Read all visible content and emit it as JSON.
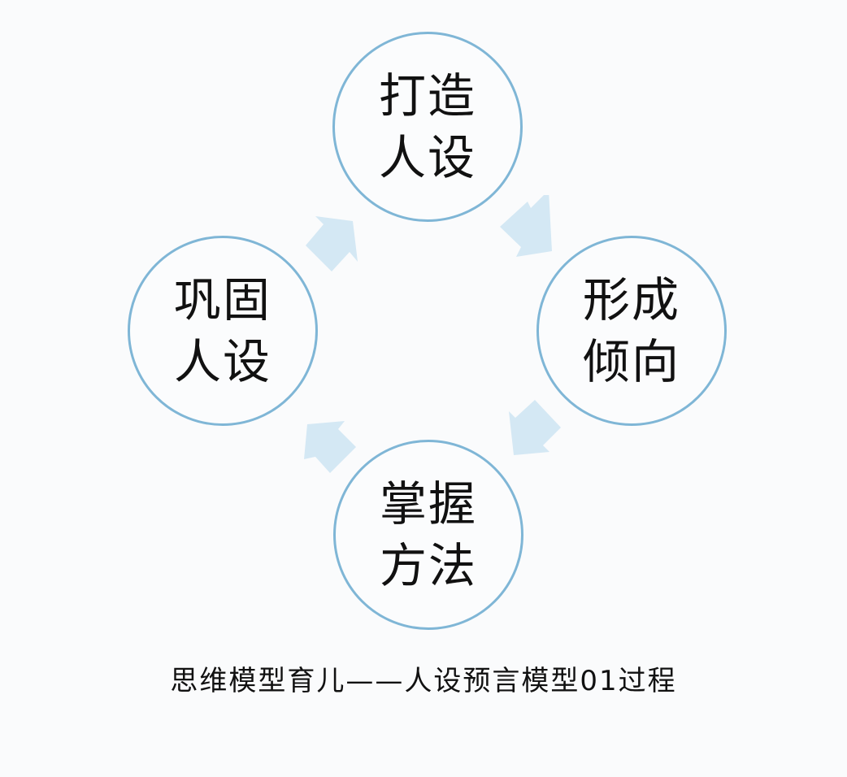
{
  "diagram": {
    "type": "cycle",
    "background": "#fafbfc",
    "circle_border_color": "#7fb6d6",
    "arrow_color": "#d4e8f4",
    "nodes": [
      {
        "id": "top",
        "line1": "打造",
        "line2": "人设",
        "position": "top"
      },
      {
        "id": "right",
        "line1": "形成",
        "line2": "倾向",
        "position": "right"
      },
      {
        "id": "bottom",
        "line1": "掌握",
        "line2": "方法",
        "position": "bottom"
      },
      {
        "id": "left",
        "line1": "巩固",
        "line2": "人设",
        "position": "left"
      }
    ],
    "arrows": [
      {
        "from": "top",
        "to": "right",
        "direction": "down-right"
      },
      {
        "from": "right",
        "to": "bottom",
        "direction": "down-left"
      },
      {
        "from": "bottom",
        "to": "left",
        "direction": "up-left"
      },
      {
        "from": "left",
        "to": "top",
        "direction": "up-right"
      }
    ],
    "caption": "思维模型育儿——人设预言模型01过程"
  }
}
